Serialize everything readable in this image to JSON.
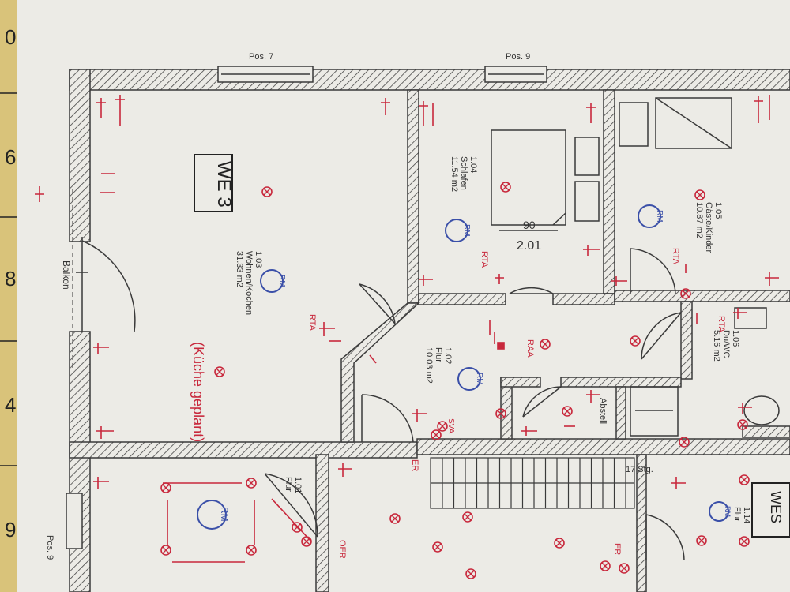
{
  "plan": {
    "wall_colors": {
      "paper": "#ecebe6",
      "ink": "#3a3a3a",
      "red": "#c8283c",
      "blue": "#3a4fa8",
      "ruler": "#d9c37a"
    },
    "window_labels": [
      "Pos. 7",
      "Pos. 9",
      "Pos. 9"
    ],
    "ruler_marks": [
      "0",
      "6",
      "8",
      "4",
      "9"
    ],
    "unit_tag": "WE 3",
    "unit_tag_right": "WES",
    "balcony_label": "Balkon",
    "kitchen_note": "(Küche geplant)",
    "bed_dims": [
      "90",
      "2.01"
    ],
    "stair_label": "17 Stg.",
    "rooms": {
      "r103": {
        "num": "1.03",
        "name": "Wohnen/Kochen",
        "area": "31.33 m2"
      },
      "r104": {
        "num": "1.04",
        "name": "Schlafen",
        "area": "11.54 m2"
      },
      "r105": {
        "num": "1.05",
        "name": "Gäste/Kinder",
        "area": "10.87 m2"
      },
      "r102": {
        "num": "1.02",
        "name": "Flur",
        "area": "10.03 m2"
      },
      "r106": {
        "num": "1.06",
        "name": "Du/WC",
        "area": "5.16 m2"
      },
      "r101": {
        "num": "1.01",
        "name": "Flur"
      },
      "r114": {
        "num": "1.14",
        "name": "Flur"
      },
      "abstell": {
        "name": "Abstell"
      }
    },
    "markers": {
      "rm": "RM",
      "rta": "RTA",
      "raa": "RAA",
      "er": "ER",
      "oer": "OER",
      "sva": "SVA"
    }
  }
}
